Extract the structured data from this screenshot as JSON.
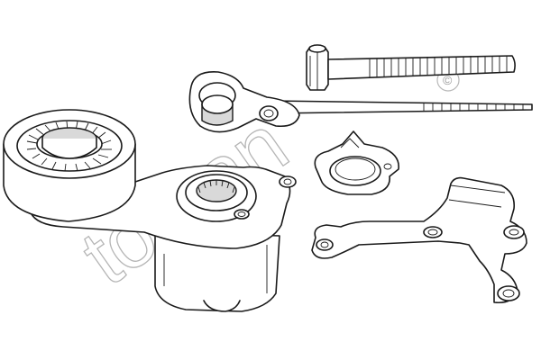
{
  "watermark": {
    "brand_text": "topran",
    "copyright_symbol": "©",
    "color": "#b5b5b5"
  },
  "parts": [
    {
      "name": "belt-tensioner-pulley"
    },
    {
      "name": "tensioner-arm-housing"
    },
    {
      "name": "long-bolt"
    },
    {
      "name": "tension-lever"
    },
    {
      "name": "star-lock-washer"
    },
    {
      "name": "mounting-bracket"
    }
  ],
  "colors": {
    "line": "#1a1a1a",
    "background": "#ffffff",
    "shade": "#d9d9d9"
  }
}
